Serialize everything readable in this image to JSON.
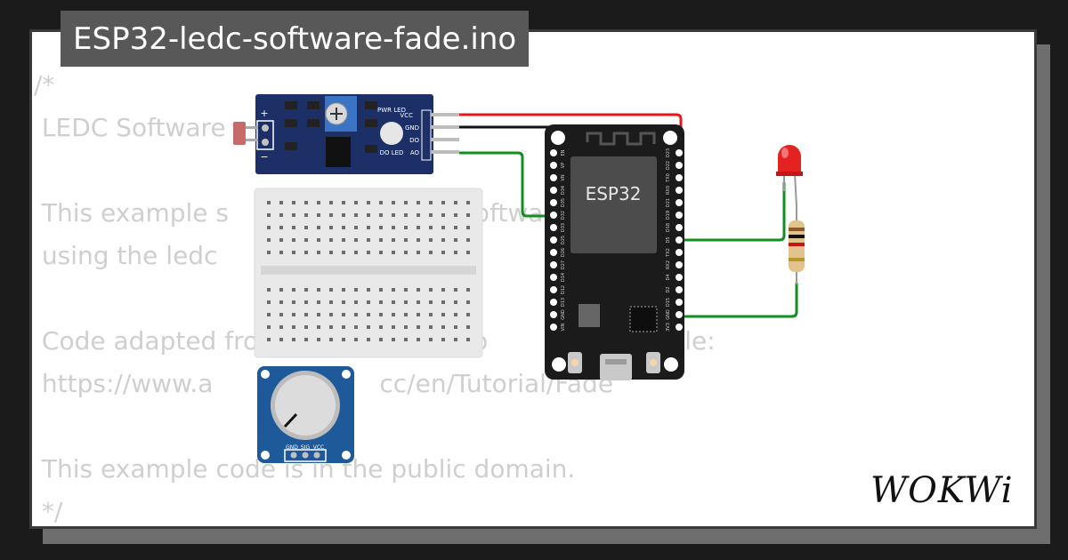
{
  "title": "ESP32-ledc-software-fade.ino",
  "code_lines": [
    "/*",
    " LEDC Software",
    "",
    " This example s                               oftware",
    " using the ledc",
    "",
    " Code adapted from original Arduino              Example:",
    " https://www.a                     cc/en/Tutorial/Fade",
    "",
    " This example code is in the public domain.",
    " */"
  ],
  "components": {
    "light_sensor": {
      "pin_labels": [
        "VCC",
        "GND",
        "DO",
        "AO"
      ],
      "led_labels": [
        "PWR LED",
        "DO LED"
      ],
      "polarity": [
        "+",
        "−"
      ]
    },
    "esp32": {
      "label": "ESP32",
      "left_pins": [
        "EN",
        "VP",
        "VN",
        "D34",
        "D35",
        "D32",
        "D33",
        "D25",
        "D26",
        "D27",
        "D14",
        "D12",
        "D13",
        "GND",
        "VIN"
      ],
      "right_pins": [
        "D23",
        "D22",
        "TX0",
        "RX0",
        "D21",
        "D19",
        "D18",
        "D5",
        "TX2",
        "RX2",
        "D4",
        "D2",
        "D15",
        "GND",
        "3V3"
      ]
    },
    "potentiometer": {
      "pin_labels": [
        "GND",
        "SIG",
        "VCC"
      ]
    },
    "led": {
      "color": "red"
    },
    "resistor": {}
  },
  "wires": {
    "power": "#e8151c",
    "ground": "#111111",
    "signal": "#12901f"
  },
  "logo": "WOKWi"
}
